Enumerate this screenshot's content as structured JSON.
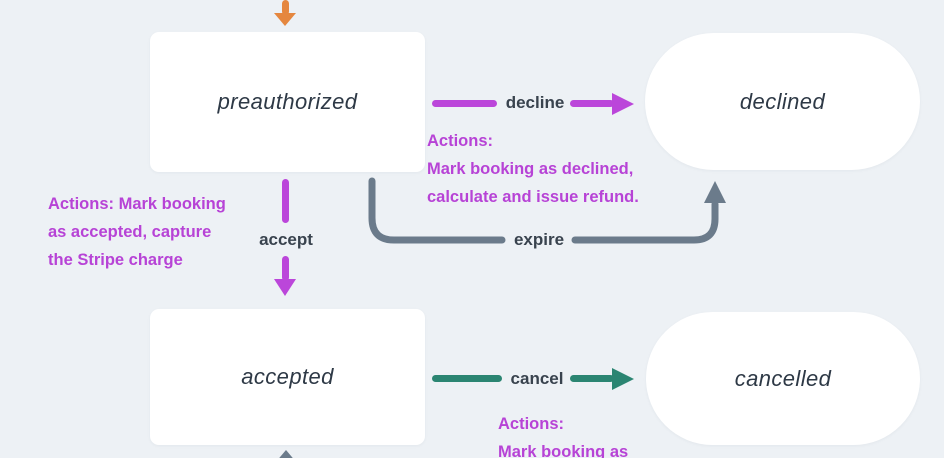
{
  "states": {
    "preauthorized": "preauthorized",
    "declined": "declined",
    "accepted": "accepted",
    "cancelled": "cancelled"
  },
  "transitions": {
    "decline": "decline",
    "accept": "accept",
    "expire": "expire",
    "cancel": "cancel"
  },
  "annotations": {
    "accept": "Actions: Mark booking\nas accepted, capture\nthe Stripe charge",
    "decline": "Actions:\nMark booking as declined,\ncalculate and issue refund.",
    "cancel": "Actions:\nMark booking as"
  },
  "colors": {
    "background": "#edf1f5",
    "node_fill": "#ffffff",
    "magenta_arrow": "#bb46da",
    "magenta_text": "#b743d6",
    "teal_arrow": "#2b8572",
    "gray_arrow": "#6b7b8b",
    "orange_arrow": "#e5873f",
    "label_text": "#39434e",
    "state_text": "#2e3946"
  }
}
